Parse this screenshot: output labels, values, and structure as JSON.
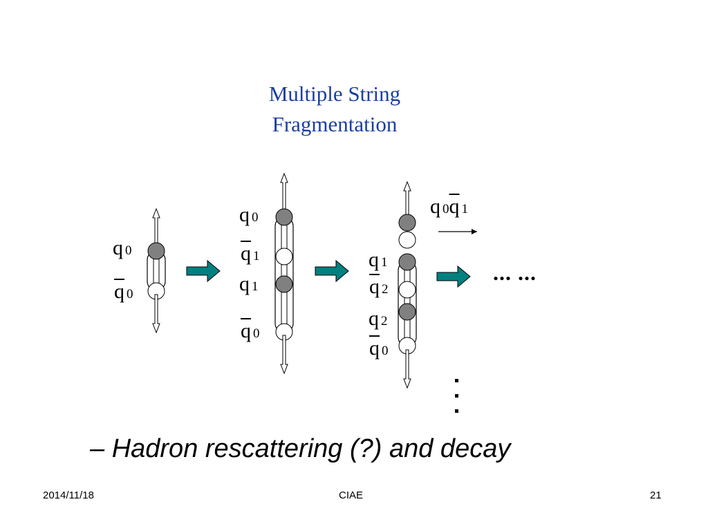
{
  "title": {
    "line1": "Multiple String",
    "line2": "Fragmentation"
  },
  "labels": {
    "q0": "q",
    "q1": "q",
    "q2": "q",
    "sub0": "0",
    "sub1": "1",
    "sub2": "2"
  },
  "continuation": "... ...",
  "bullet": "– Hadron rescattering (?) and decay",
  "footer": {
    "date": "2014/11/18",
    "center": "CIAE",
    "page": "21"
  },
  "colors": {
    "title": "#1a3fa0",
    "arrow": "#008080",
    "quark": "#808080",
    "antiquark": "#ffffff"
  },
  "icons": {
    "stage_arrow": "teal-right-arrow-icon",
    "stretch_arrow": "hollow-vertical-arrow-icon"
  }
}
